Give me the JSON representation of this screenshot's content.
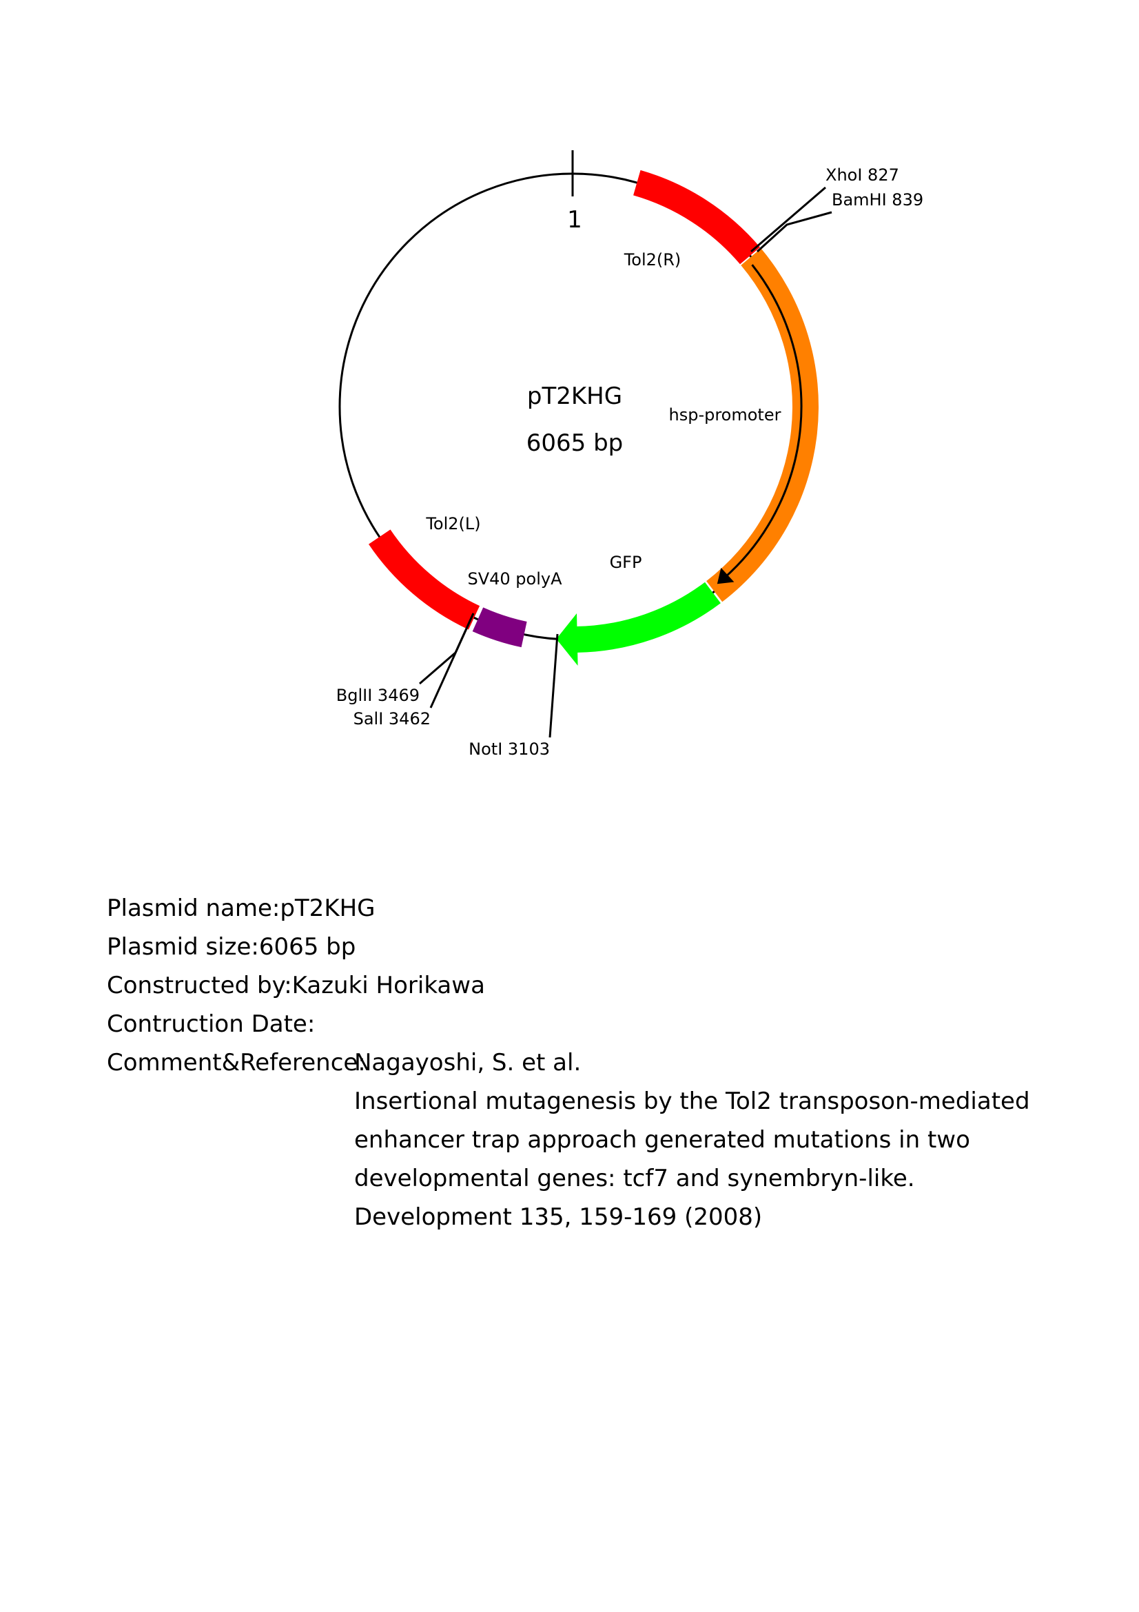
{
  "plasmid": {
    "name": "pT2KHG",
    "size_label": "6065 bp",
    "size_bp": 6065,
    "origin_label": "1",
    "features": [
      {
        "name": "Tol2(R)",
        "start": 270,
        "end": 836,
        "color": "#ff0000",
        "type": "box"
      },
      {
        "name": "hsp-promoter",
        "start": 842,
        "end": 2401,
        "color": "#ff8000",
        "type": "box",
        "arrow": true
      },
      {
        "name": "GFP",
        "start": 2409,
        "end": 3100,
        "color": "#00ff00",
        "type": "arrow-ccw"
      },
      {
        "name": "SV40 polyA",
        "start": 3235,
        "end": 3437,
        "color": "#800080",
        "type": "box"
      },
      {
        "name": "Tol2(L)",
        "start": 3454,
        "end": 3976,
        "color": "#ff0000",
        "type": "box"
      }
    ],
    "sites": [
      {
        "label": "XhoI 827",
        "position": 827
      },
      {
        "label": "BamHI 839",
        "position": 839
      },
      {
        "label": "NotI 3103",
        "position": 3103
      },
      {
        "label": "SalI 3462",
        "position": 3462
      },
      {
        "label": "BglII 3469",
        "position": 3469
      }
    ]
  },
  "info": {
    "name": "Plasmid name:pT2KHG",
    "size": "Plasmid size:6065 bp",
    "constructed": "Constructed by:Kazuki Horikawa",
    "date": "Contruction Date:",
    "comment_label": "Comment&Reference:",
    "reference": [
      "Nagayoshi, S. et al.",
      "Insertional mutagenesis by the Tol2 transposon-mediated",
      "enhancer trap approach generated mutations in two",
      "developmental genes: tcf7 and synembryn-like.",
      "Development 135, 159-169 (2008)"
    ]
  }
}
